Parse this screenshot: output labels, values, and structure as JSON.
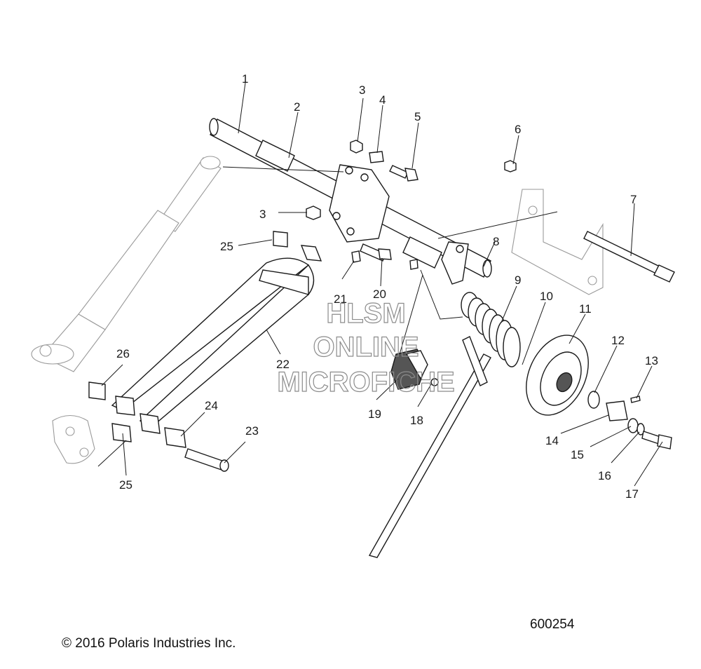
{
  "callouts": [
    "1",
    "2",
    "3",
    "4",
    "5",
    "6",
    "7",
    "8",
    "9",
    "10",
    "11",
    "12",
    "13",
    "14",
    "15",
    "16",
    "17",
    "18",
    "19",
    "20",
    "21",
    "22",
    "23",
    "24",
    "25",
    "3",
    "25",
    "26"
  ],
  "watermark": [
    "HLSM",
    "ONLINE",
    "MICROFICHE"
  ],
  "drawing_number": "600254",
  "copyright": "© 2016 Polaris Industries Inc."
}
